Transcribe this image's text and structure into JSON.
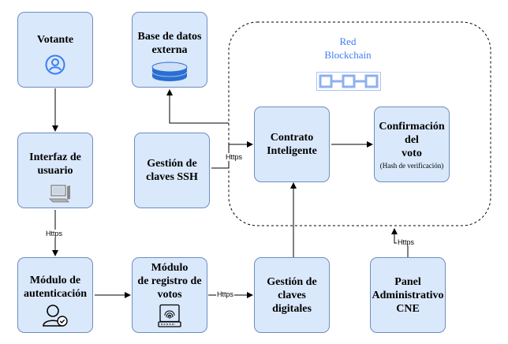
{
  "network": {
    "title_line1": "Red",
    "title_line2": "Blockchain",
    "icon": "blockchain-chain-icon"
  },
  "nodes": {
    "votante": {
      "label": "Votante",
      "icon": "user-circle-icon"
    },
    "base_datos": {
      "label_line1": "Base de datos",
      "label_line2": "externa",
      "icon": "database-icon"
    },
    "interfaz": {
      "label_line1": "Interfaz de",
      "label_line2": "usuario",
      "icon": "computer-icon"
    },
    "gestion_ssh": {
      "label_line1": "Gestión de",
      "label_line2": "claves SSH"
    },
    "contrato": {
      "label_line1": "Contrato",
      "label_line2": "Inteligente"
    },
    "confirmacion": {
      "label_line1": "Confirmación",
      "label_line2": "del",
      "label_line3": "voto",
      "sublabel": "(Hash de verificación)"
    },
    "modulo_auth": {
      "label_line1": "Módulo de",
      "label_line2": "autenticación",
      "icon": "user-check-icon"
    },
    "modulo_registro": {
      "label_line1": "Módulo",
      "label_line2": "de registro de",
      "label_line3": "votos",
      "icon": "fingerprint-scanner-icon"
    },
    "gestion_digitales": {
      "label_line1": "Gestión de",
      "label_line2": "claves",
      "label_line3": "digitales"
    },
    "panel": {
      "label_line1": "Panel",
      "label_line2": "Administrativo",
      "label_line3": "CNE"
    }
  },
  "edges": {
    "interfaz_to_auth": "Https",
    "ssh_to_contrato": "Https",
    "registro_to_digitales": "Https",
    "panel_to_network": "Https"
  },
  "colors": {
    "box_fill": "#dae8fc",
    "box_stroke": "#6c8ebf",
    "network_title": "#3b7ff0",
    "icon_blue": "#3b7ff0",
    "arrow": "#000000"
  }
}
